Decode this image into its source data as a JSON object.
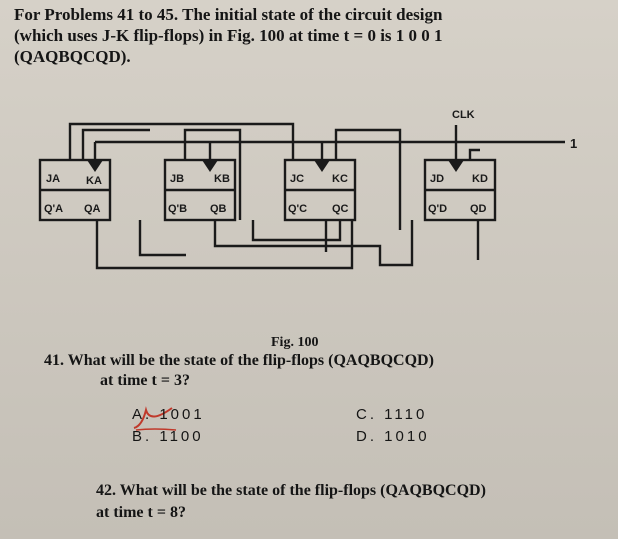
{
  "intro": {
    "line1": "For Problems 41 to 45. The initial state of the circuit design",
    "line2": "(which uses J-K flip-flops) in Fig. 100 at time t = 0 is 1 0 0 1",
    "line3": "(QAQBQCQD)."
  },
  "circuit": {
    "clk_label": "CLK",
    "one_label": "1",
    "flipflops": [
      {
        "j": "JA",
        "k": "KA",
        "qbar": "Q'A",
        "q": "QA"
      },
      {
        "j": "JB",
        "k": "KB",
        "qbar": "Q'B",
        "q": "QB"
      },
      {
        "j": "JC",
        "k": "KC",
        "qbar": "Q'C",
        "q": "QC"
      },
      {
        "j": "JD",
        "k": "KD",
        "qbar": "Q'D",
        "q": "QD"
      }
    ]
  },
  "figure_caption": "Fig. 100",
  "q41": {
    "line1": "41. What will be the state of the flip-flops (QAQBQCQD)",
    "line2": "at time t = 3?",
    "options": {
      "a": "A. 1001",
      "b": "B. 1100",
      "c": "C. 1110",
      "d": "D. 1010"
    }
  },
  "q42": {
    "line1": "42. What will be the state of the flip-flops (QAQBQCQD)",
    "line2": "at time t = 8?"
  },
  "colors": {
    "ink": "#151515",
    "wire": "#1a1a1a",
    "paper": "#cfcac1",
    "pen_mark": "#c0392b"
  }
}
